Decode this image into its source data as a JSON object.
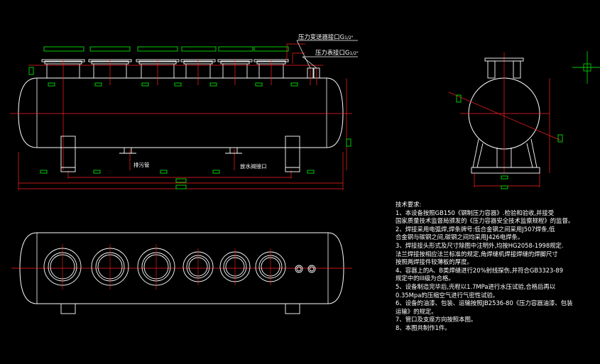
{
  "labels": {
    "pressure_transmitter_port": "压力变送器接口G",
    "pressure_transmitter_size": "1/2\"",
    "pressure_gauge_port": "压力表接口G",
    "pressure_gauge_size": "1/2\"",
    "drain_port": "排污管",
    "blowdown_port": "放水阀接口"
  },
  "tech_requirements": {
    "title": "技术要求:",
    "lines": [
      "1、本设备按照GB150《钢制压力容器》.检验和验收,并接受",
      "  国家质量技术监督局颁发的《压力容器安全技术监察规程》的监督。",
      "2、焊接采用电弧焊,焊条牌号:低合金钢之间采用J507焊条,低",
      "合金钢与碳钢之间,碳钢之间均采用J426电焊条。",
      "3、焊接接头形式及尺寸除图中注明外,均按HG2058-1998规定.",
      "法兰焊接按相应法兰标准的规定,角焊缝机焊接焊缝的焊脚尺寸",
      "按照两焊接件较薄板的厚度。",
      "4、容器上的A、B类焊缝进行20%射线探伤,并符合GB3323-89",
      "规定中的III级为合格。",
      "5、设备制造完毕后,壳程以1.7MPa进行水压试验,合格后再以",
      "0.35Mpa的压缩空气进行气密性试验。",
      "6、设备的油漆、包装、运输按照JB2536-80《压力容器油漆、包装",
      "运输》的规定。",
      "7、管口及支座方向按照本图。",
      "8、本图共制作1件。"
    ]
  },
  "colors": {
    "outline": "#ffffff",
    "dimension": "#ff2020",
    "annotation": "#00cc00",
    "background": "#000000"
  }
}
